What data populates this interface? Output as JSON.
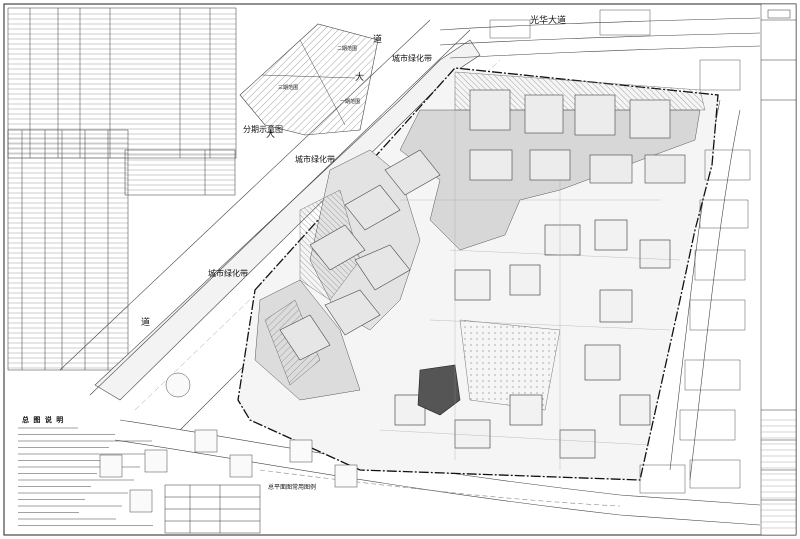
{
  "labels": {
    "guanghua_avenue": "光华大道",
    "city_green_top": "城市绿化带",
    "city_green_mid": "城市绿化带",
    "city_green_left": "城市绿化带",
    "phase_diagram": "分期示意图",
    "phase_2": "二期范围",
    "phase_3": "三期范围",
    "phase_1": "一期范围",
    "road_chars": [
      "大",
      "道",
      "大",
      "道"
    ],
    "legend_title": "总平面图常用图例"
  },
  "notes": {
    "title": "总 图 说 明"
  },
  "colors": {
    "line": "#2b2b2b",
    "boundary": "#111111",
    "hatch": "#9a9a9a",
    "road_fill": "#d7d7d7",
    "building_dark": "#555555",
    "paper": "#ffffff"
  }
}
